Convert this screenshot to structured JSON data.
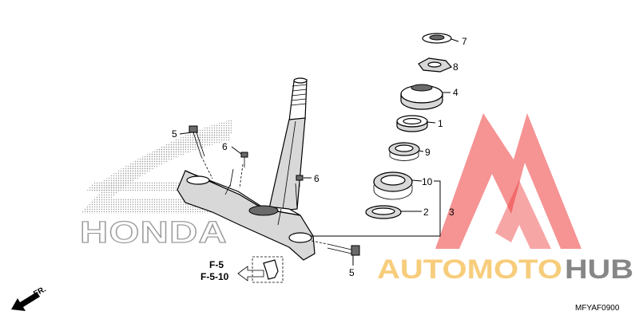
{
  "callouts": {
    "c1": "1",
    "c2": "2",
    "c3": "3",
    "c4": "4",
    "c5a": "5",
    "c5b": "5",
    "c6a": "6",
    "c6b": "6",
    "c7": "7",
    "c8": "8",
    "c9": "9",
    "c10": "10"
  },
  "references": {
    "ref1": "F-5",
    "ref2": "F-5-10"
  },
  "direction": {
    "label": "FR."
  },
  "diagram_code": "MFYAF0900",
  "watermark": {
    "brand_text": "HONDA",
    "logo_text_part1": "AUTOMOTO",
    "logo_text_part2": "HUB",
    "colors": {
      "logo_red": "#ee3a3a",
      "logo_orange": "#f5b945",
      "logo_grey": "#555555"
    }
  }
}
